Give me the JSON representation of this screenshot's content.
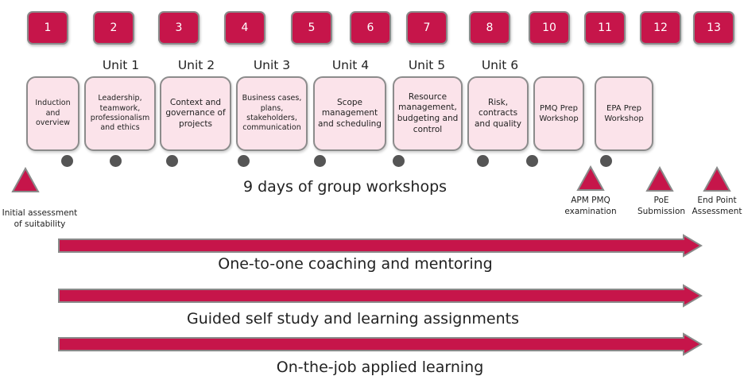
{
  "steps": [
    "1",
    "2",
    "3",
    "4",
    "5",
    "6",
    "7",
    "8",
    "10",
    "11",
    "12",
    "13"
  ],
  "units": [
    "Unit 1",
    "Unit 2",
    "Unit 3",
    "Unit 4",
    "Unit 5",
    "Unit 6"
  ],
  "workshops": [
    "Induction and overview",
    "Leadership, teamwork, professionalism and ethics",
    "Context and governance of projects",
    "Business cases, plans, stakeholders, communication",
    "Scope management and scheduling",
    "Resource management, budgeting and control",
    "Risk, contracts and quality",
    "PMQ Prep Workshop",
    "EPA Prep Workshop"
  ],
  "workshops_caption": "9 days of group workshops",
  "milestones": {
    "initial": "Initial assessment of suitability",
    "apm": "APM PMQ examination",
    "poe": "PoE Submission",
    "epa": "End Point Assessment"
  },
  "streams": [
    "One-to-one coaching and mentoring",
    "Guided self study and learning assignments",
    "On-the-job applied learning"
  ],
  "colors": {
    "accent": "#c6154a",
    "box_fill": "#fbe3ea",
    "dot": "#555555"
  }
}
